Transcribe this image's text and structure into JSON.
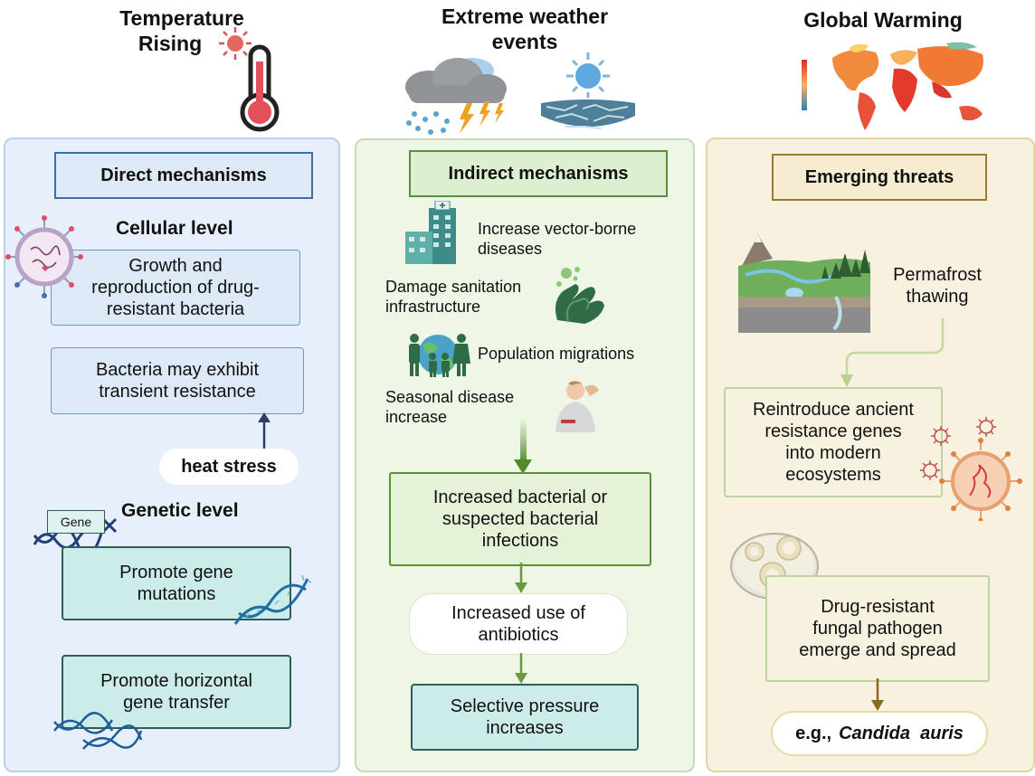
{
  "headers": {
    "temperature_rising": [
      "Temperature",
      "Rising"
    ],
    "extreme_weather": [
      "Extreme weather",
      "events"
    ],
    "global_warming": "Global  Warming"
  },
  "direct": {
    "title": "Direct mechanisms",
    "cellular_level": "Cellular level",
    "growth_box": [
      "Growth and",
      "reproduction of drug-",
      "resistant bacteria"
    ],
    "transient_box": [
      "Bacteria may exhibit",
      "transient resistance"
    ],
    "heat_stress": "heat stress",
    "gene_tag": "Gene",
    "genetic_level": "Genetic level",
    "mutations_box": [
      "Promote gene",
      "mutations"
    ],
    "hgt_box": [
      "Promote horizontal",
      "gene transfer"
    ]
  },
  "indirect": {
    "title": "Indirect mechanisms",
    "vector": [
      "Increase vector-borne",
      "diseases"
    ],
    "sanitation": [
      "Damage sanitation",
      "infrastructure"
    ],
    "migrations": "Population  migrations",
    "seasonal": [
      "Seasonal disease",
      "increase"
    ],
    "infections_box": [
      "Increased bacterial or",
      "suspected bacterial",
      "infections"
    ],
    "antibiotics_box": [
      "Increased use of",
      "antibiotics"
    ],
    "pressure_box": [
      "Selective pressure",
      "increases"
    ]
  },
  "emerging": {
    "title": "Emerging threats",
    "permafrost": [
      "Permafrost",
      "thawing"
    ],
    "ancient_box": [
      "Reintroduce ancient",
      "resistance genes",
      "into modern",
      "ecosystems"
    ],
    "fungal_box": [
      "Drug-resistant",
      "fungal pathogen",
      "emerge and spread"
    ],
    "example_prefix": "e.g.,",
    "example_name": "Candida  auris"
  },
  "colors": {
    "blue_panel": "#e7f0fa",
    "green_panel": "#eef6e6",
    "tan_panel": "#f8f1df",
    "arrow_green": "#6a9a3e",
    "arrow_navy": "#2c3e66",
    "arrow_brown": "#8a6a20"
  },
  "icons": [
    "sun-icon",
    "thermometer-icon",
    "storm-cloud-icon",
    "drought-icon",
    "world-heat-map-icon",
    "bacteria-icon",
    "dna-icon",
    "hospital-icon",
    "hand-washing-icon",
    "people-globe-icon",
    "sick-person-icon",
    "permafrost-landscape-icon",
    "virus-icon",
    "petri-dish-icon"
  ]
}
